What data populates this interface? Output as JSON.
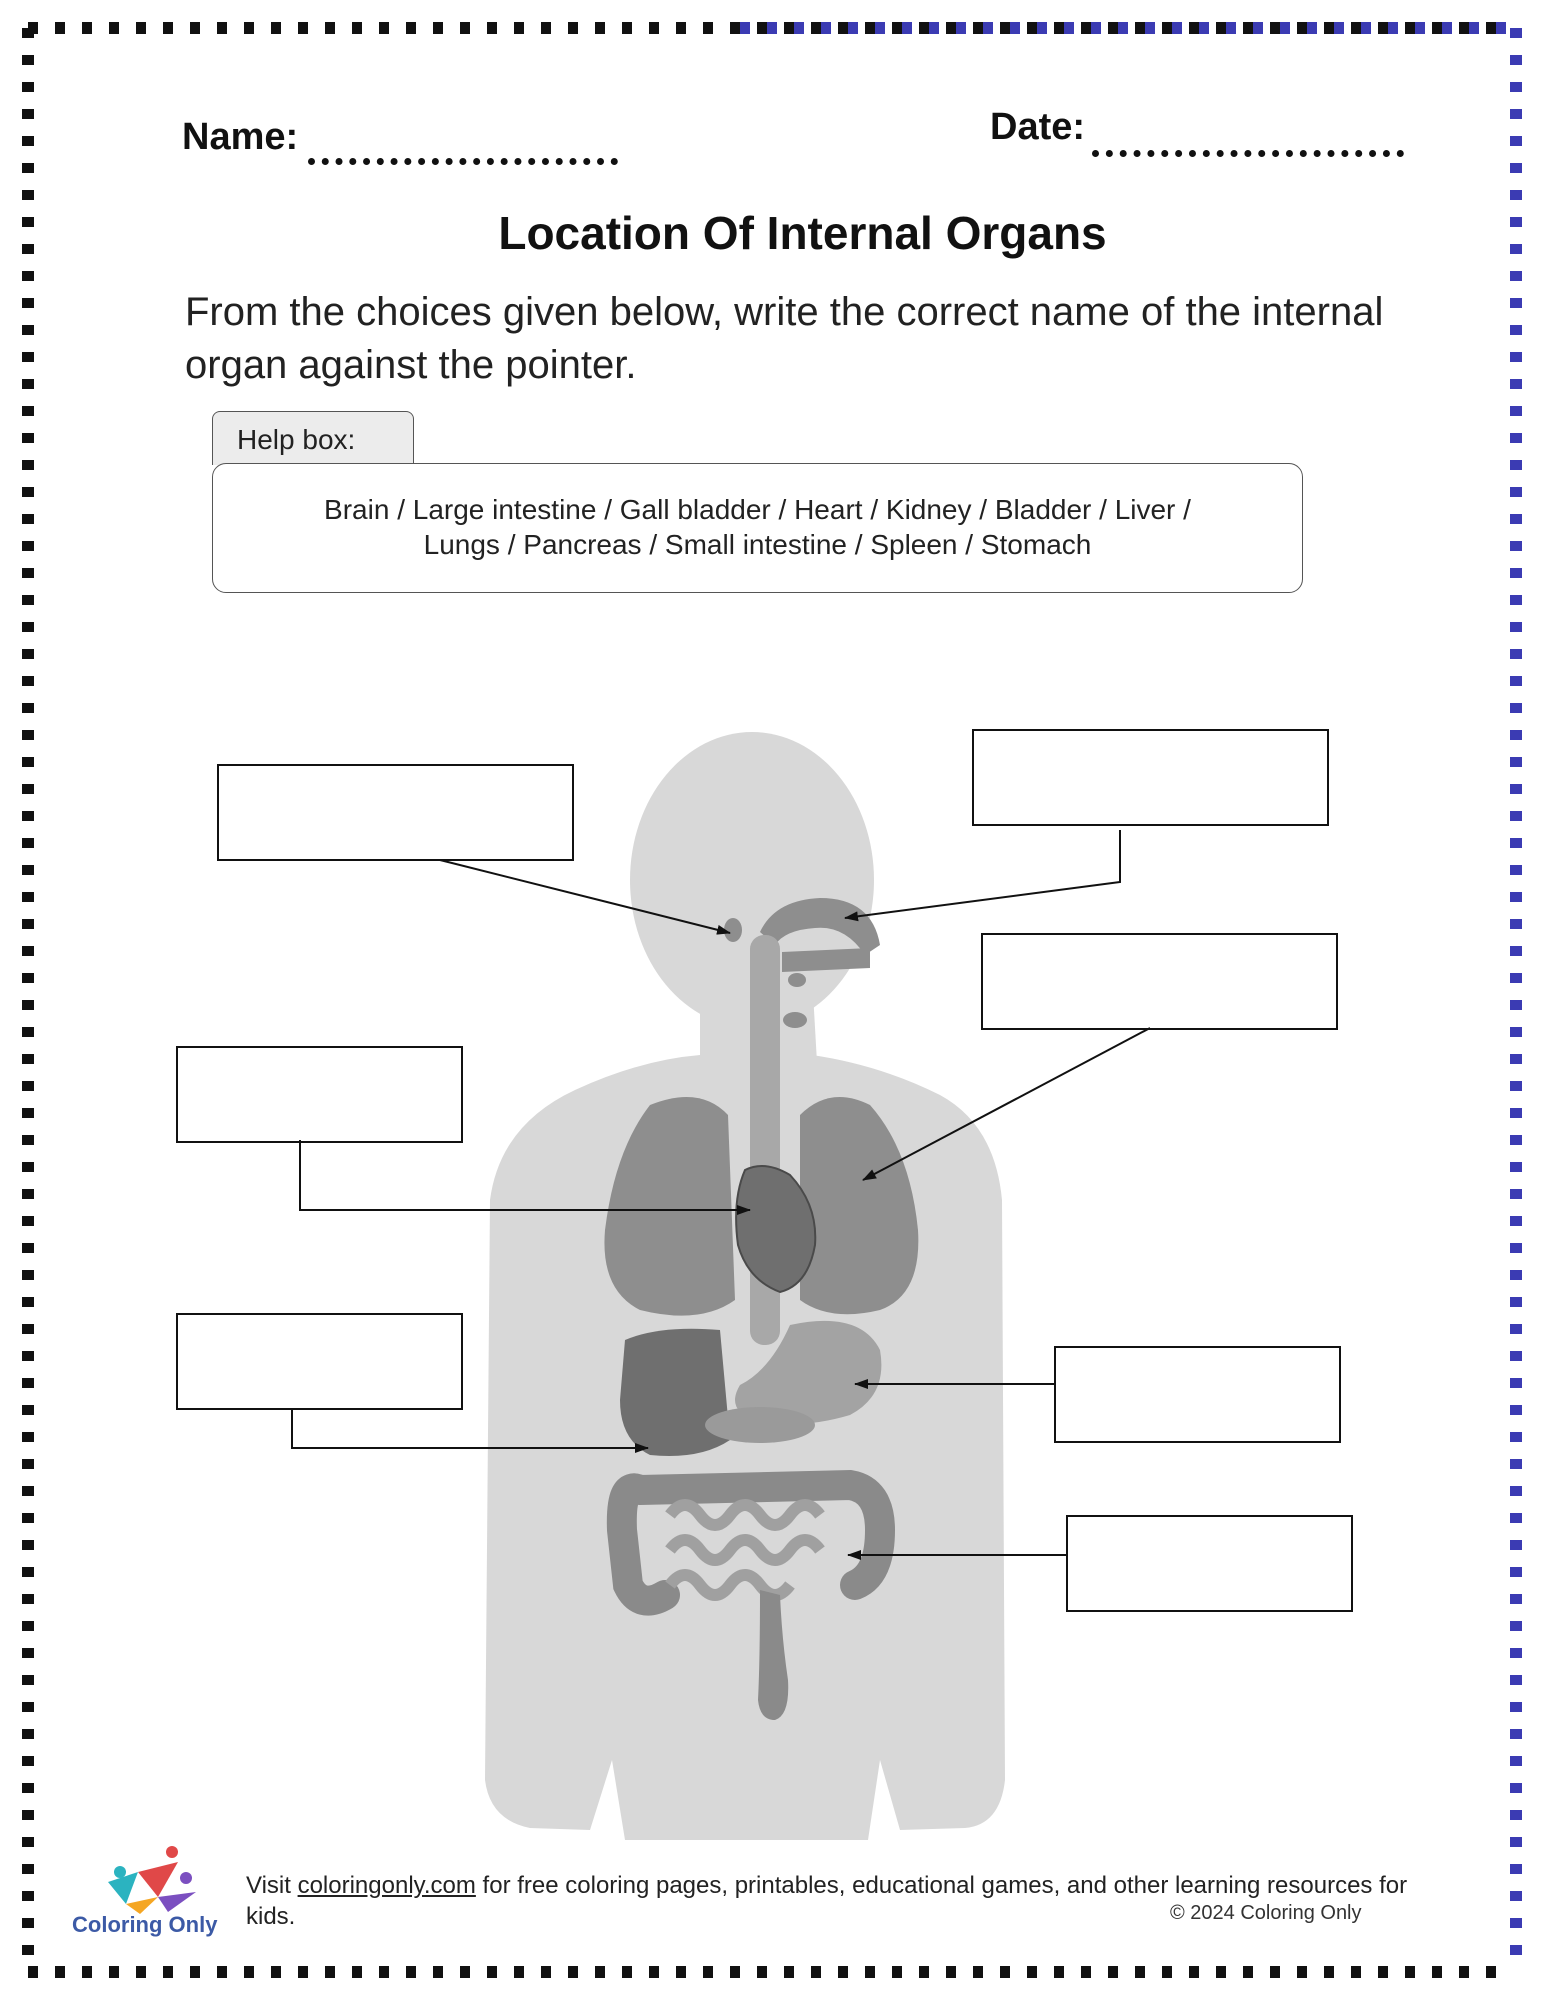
{
  "worksheet": {
    "name_label": "Name:",
    "date_label": "Date:",
    "title": "Location Of Internal Organs",
    "instructions": "From the choices given below, write the correct name of the internal organ against the pointer."
  },
  "help_box": {
    "tab_label": "Help box:",
    "line1": "Brain / Large intestine / Gall bladder / Heart / Kidney / Bladder / Liver /",
    "line2": "Lungs / Pancreas / Small intestine / Spleen / Stomach"
  },
  "answer_boxes": [
    {
      "id": "top-left",
      "value": ""
    },
    {
      "id": "top-right",
      "value": ""
    },
    {
      "id": "right-upper",
      "value": ""
    },
    {
      "id": "left-middle",
      "value": ""
    },
    {
      "id": "left-lower",
      "value": ""
    },
    {
      "id": "right-middle",
      "value": ""
    },
    {
      "id": "right-lower",
      "value": ""
    }
  ],
  "footer": {
    "visit": "Visit ",
    "link_text": "coloringonly.com",
    "rest": " for free coloring pages, printables, educational games, and other learning resources for kids.",
    "copyright": "© 2024 Coloring Only",
    "logo_text": "Coloring Only"
  },
  "colors": {
    "border_left": "#000000",
    "border_right": "#3b3bb3",
    "body_silhouette": "#d8d8d8",
    "organ_dark": "#6f6f6f",
    "organ_mid": "#8e8e8e",
    "logo_text": "#3c5aa6"
  }
}
